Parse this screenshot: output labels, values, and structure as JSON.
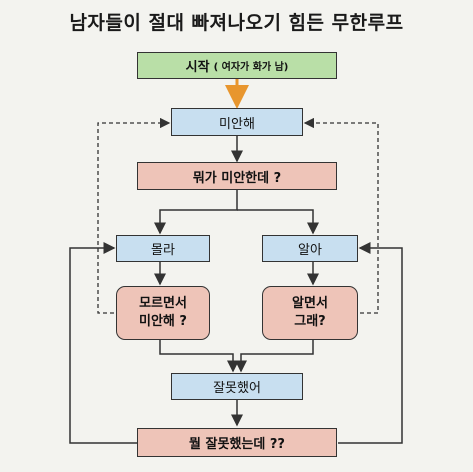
{
  "title": "남자들이 절대 빠져나오기 힘든 무한루프",
  "nodes": {
    "start": {
      "label": "시작",
      "note": "( 여자가 화가 남)"
    },
    "sorry": "미안해",
    "what_sorry": "뭐가 미안한데 ?",
    "dont_know": "몰라",
    "know": "알아",
    "sorry_without_knowing": "모르면서\n미안해 ?",
    "knowing_yet": "알면서\n그래?",
    "my_fault": "잘못했어",
    "what_fault": "뭘 잘못했는데 ??"
  },
  "colors": {
    "start": "#b9dfa7",
    "process": "#c8dff0",
    "question": "#eec4b8",
    "start_arrow": "#e8962e",
    "arrow": "#333333"
  }
}
